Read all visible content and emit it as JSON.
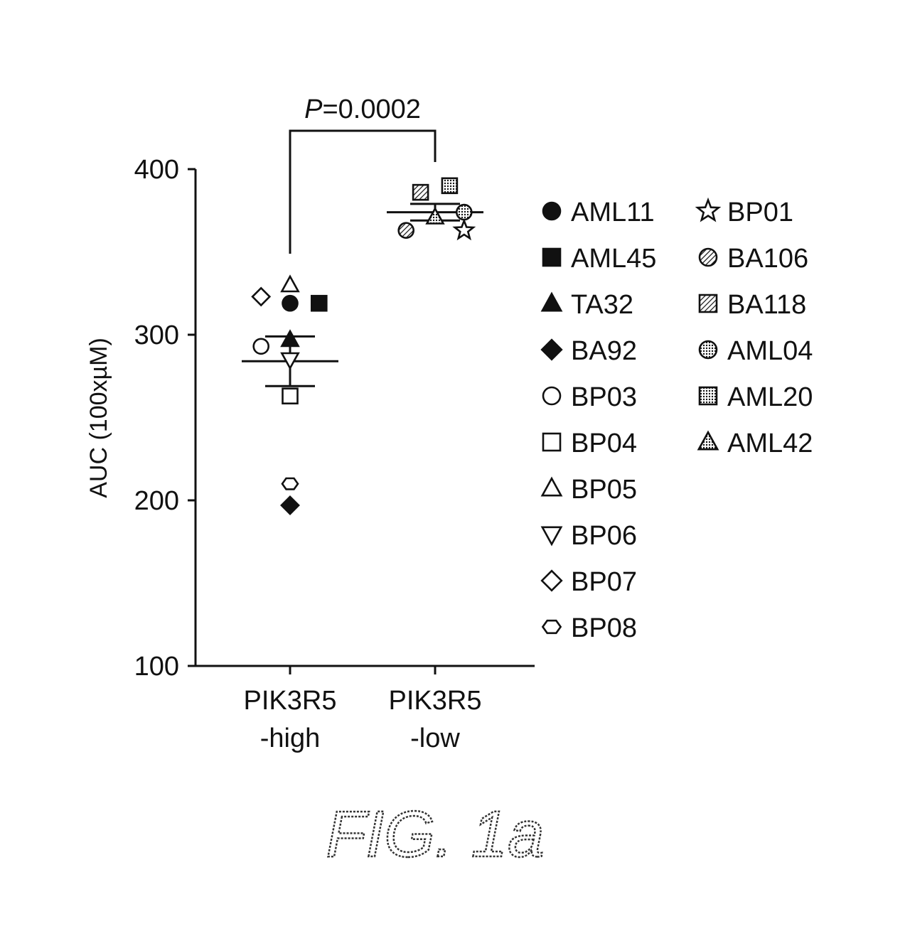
{
  "chart_data": {
    "type": "scatter",
    "ylabel": "AUC (100xµM)",
    "ylim": [
      100,
      400
    ],
    "yticks": [
      100,
      200,
      300,
      400
    ],
    "categories": [
      {
        "key": "high",
        "line1": "PIK3R5",
        "line2": "-high"
      },
      {
        "key": "low",
        "line1": "PIK3R5",
        "line2": "-low"
      }
    ],
    "pvalue": {
      "italic": "P",
      "rest": "=0.0002"
    },
    "summary": [
      {
        "category": "high",
        "mean": 284,
        "upper": 299,
        "lower": 269
      },
      {
        "category": "low",
        "mean": 374,
        "upper": 379,
        "lower": 369
      }
    ],
    "series": [
      {
        "name": "AML11",
        "marker": "circle",
        "fill": "solid",
        "category": "high",
        "offset": 0,
        "y": 319
      },
      {
        "name": "AML45",
        "marker": "square",
        "fill": "solid",
        "category": "high",
        "offset": 0.2,
        "y": 319
      },
      {
        "name": "TA32",
        "marker": "triangle",
        "fill": "solid",
        "category": "high",
        "offset": 0,
        "y": 297
      },
      {
        "name": "BA92",
        "marker": "diamond",
        "fill": "solid",
        "category": "high",
        "offset": 0,
        "y": 197
      },
      {
        "name": "BP03",
        "marker": "circle",
        "fill": "open",
        "category": "high",
        "offset": -0.2,
        "y": 293
      },
      {
        "name": "BP04",
        "marker": "square",
        "fill": "open",
        "category": "high",
        "offset": 0,
        "y": 263
      },
      {
        "name": "BP05",
        "marker": "triangle",
        "fill": "open",
        "category": "high",
        "offset": 0,
        "y": 330
      },
      {
        "name": "BP06",
        "marker": "triangle-down",
        "fill": "open",
        "category": "high",
        "offset": 0,
        "y": 285
      },
      {
        "name": "BP07",
        "marker": "diamond",
        "fill": "open",
        "category": "high",
        "offset": -0.2,
        "y": 323
      },
      {
        "name": "BP08",
        "marker": "hexagon",
        "fill": "open",
        "category": "high",
        "offset": 0,
        "y": 210
      },
      {
        "name": "BP01",
        "marker": "star",
        "fill": "open",
        "category": "low",
        "offset": 0.2,
        "y": 363
      },
      {
        "name": "BA106",
        "marker": "circle",
        "fill": "hatch",
        "category": "low",
        "offset": -0.2,
        "y": 363
      },
      {
        "name": "BA118",
        "marker": "square",
        "fill": "hatch",
        "category": "low",
        "offset": -0.1,
        "y": 386
      },
      {
        "name": "AML04",
        "marker": "circle",
        "fill": "dots",
        "category": "low",
        "offset": 0.2,
        "y": 374
      },
      {
        "name": "AML20",
        "marker": "square",
        "fill": "dots",
        "category": "low",
        "offset": 0.1,
        "y": 390
      },
      {
        "name": "AML42",
        "marker": "triangle",
        "fill": "dots",
        "category": "low",
        "offset": 0,
        "y": 371
      }
    ],
    "legend_position": "right",
    "grid": false
  },
  "caption": "FIG. 1a"
}
